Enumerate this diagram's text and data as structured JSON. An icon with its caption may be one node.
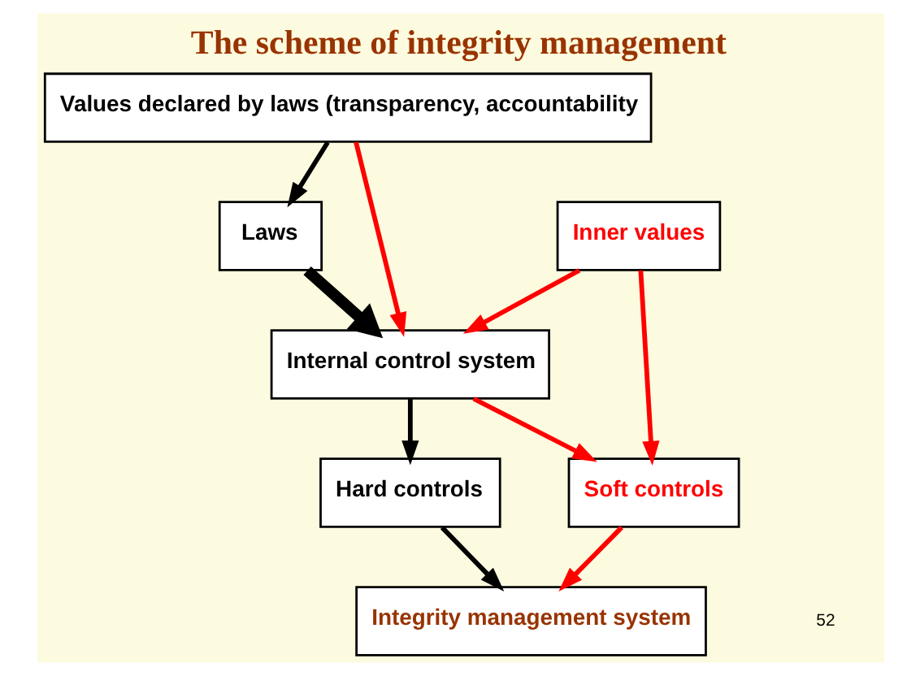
{
  "diagram": {
    "title": "The scheme of integrity management",
    "nodes": [
      {
        "text": [
          "Values declared by laws (transparency, accountability"
        ]
      },
      {
        "text": [
          "Laws"
        ]
      },
      {
        "text": [
          "Inner values"
        ]
      },
      {
        "text": [
          "Internal control system"
        ]
      },
      {
        "text": [
          "Hard controls"
        ]
      },
      {
        "text": [
          "Soft controls"
        ]
      },
      {
        "text": [
          "Integrity management system"
        ]
      }
    ],
    "edges": [
      {
        "from": 0,
        "to": 1,
        "arrow": "to",
        "color": "#000000"
      },
      {
        "from": 0,
        "to": 3,
        "arrow": "to"
      },
      {
        "from": 1,
        "to": 3,
        "arrow": "to",
        "style": "thick",
        "color": "#000000"
      },
      {
        "from": 2,
        "to": 3,
        "arrow": "to"
      },
      {
        "from": 2,
        "to": 5,
        "arrow": "to"
      },
      {
        "from": 3,
        "to": 4,
        "arrow": "to",
        "color": "#000000"
      },
      {
        "from": 3,
        "to": 5,
        "arrow": "to"
      },
      {
        "from": 4,
        "to": 6,
        "arrow": "to",
        "color": "#000000"
      },
      {
        "from": 5,
        "to": 6,
        "arrow": "to"
      }
    ],
    "labels": [
      "52"
    ]
  }
}
